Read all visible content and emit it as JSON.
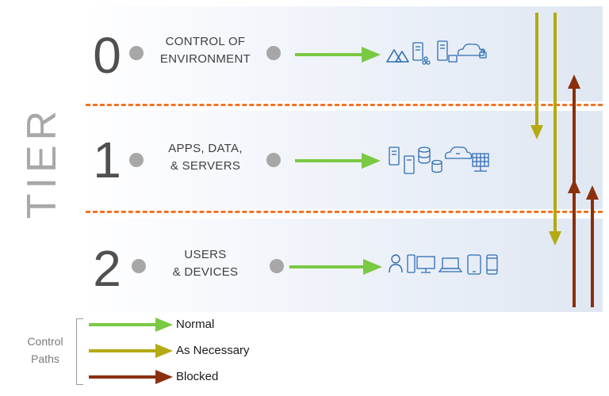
{
  "diagram": {
    "axis_label": "TIER",
    "tiers": [
      {
        "number": "0",
        "label_line1": "CONTROL OF",
        "label_line2": "ENVIRONMENT",
        "icons": [
          "cloud-mountains-icon",
          "server-network-icon",
          "server-storage-icon",
          "cloud-lock-icon"
        ]
      },
      {
        "number": "1",
        "label_line1": "APPS, DATA,",
        "label_line2": "& SERVERS",
        "icons": [
          "server-stack-icon",
          "database-icon",
          "cloud-key-icon",
          "server-rack-icon"
        ]
      },
      {
        "number": "2",
        "label_line1": "USERS",
        "label_line2": "& DEVICES",
        "icons": [
          "user-icon",
          "desktop-computer-icon",
          "laptop-icon",
          "tablet-icon",
          "phone-icon"
        ]
      }
    ],
    "legend": {
      "title_line1": "Control",
      "title_line2": "Paths",
      "items": [
        {
          "label": "Normal",
          "color": "#7ac943"
        },
        {
          "label": "As Necessary",
          "color": "#b5aa12"
        },
        {
          "label": "Blocked",
          "color": "#8b2f0c"
        }
      ]
    },
    "colors": {
      "normal": "#7ac943",
      "as_necessary": "#b5aa12",
      "blocked": "#8b2f0c",
      "divider": "#f07427",
      "icon_blue": "#2e6db4"
    }
  }
}
